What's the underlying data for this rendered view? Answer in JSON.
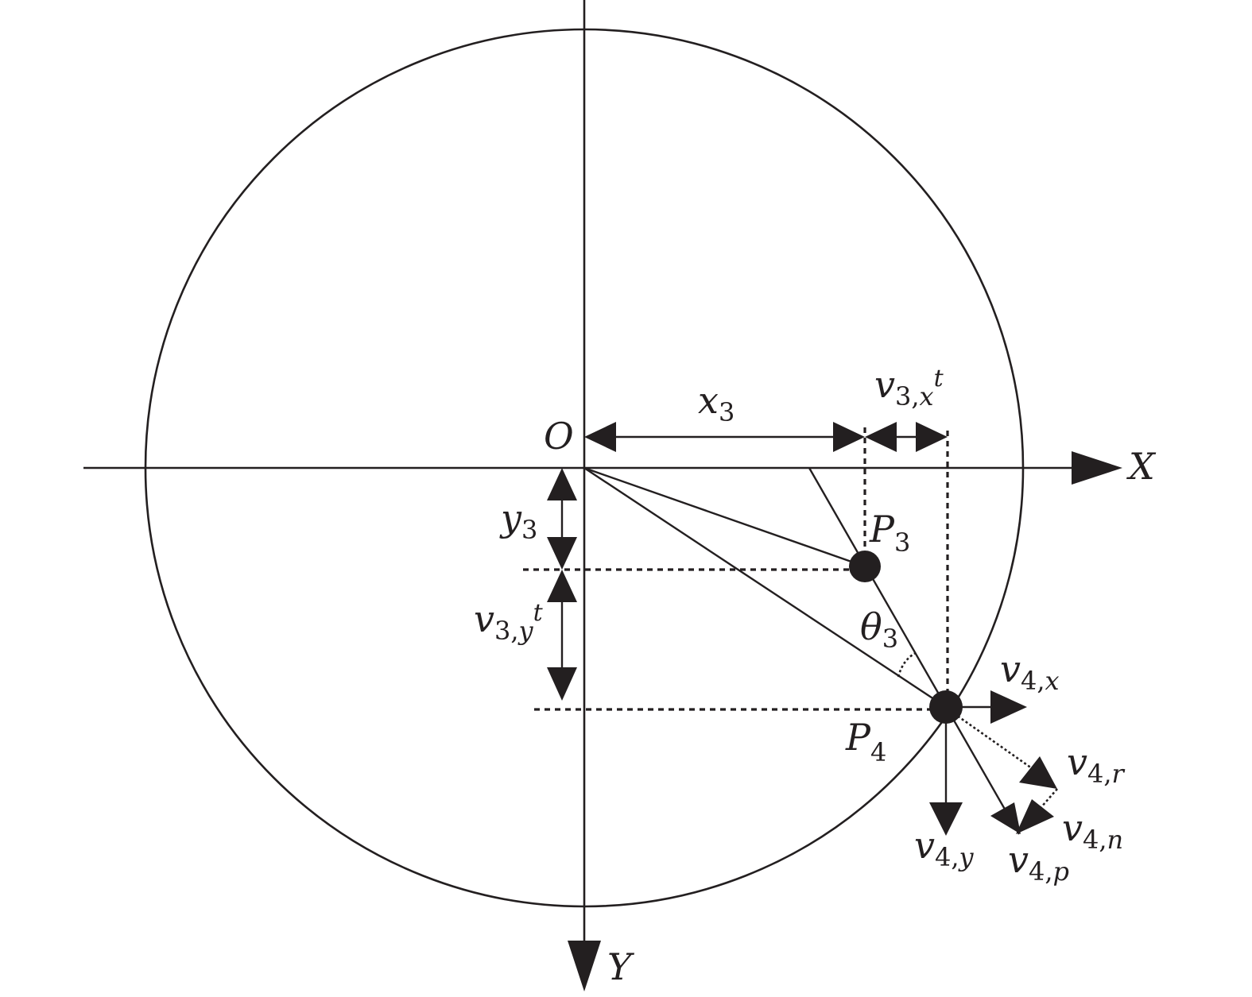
{
  "labels": {
    "origin": "O",
    "x_axis": "X",
    "y_axis": "Y",
    "x3": {
      "base": "x",
      "sub": "3"
    },
    "y3": {
      "base": "y",
      "sub": "3"
    },
    "v3xt": {
      "base": "v",
      "sub": "3,",
      "subvar": "x",
      "tail": "t"
    },
    "v3yt": {
      "base": "v",
      "sub": "3,",
      "subvar": "y",
      "tail": "t"
    },
    "p3": {
      "base": "P",
      "sub": "3"
    },
    "p4": {
      "base": "P",
      "sub": "4"
    },
    "theta3": {
      "base": "θ",
      "sub": "3"
    },
    "v4x": {
      "base": "v",
      "sub": "4,",
      "subvar": "x"
    },
    "v4y": {
      "base": "v",
      "sub": "4,",
      "subvar": "y"
    },
    "v4r": {
      "base": "v",
      "sub": "4,",
      "subvar": "r"
    },
    "v4n": {
      "base": "v",
      "sub": "4,",
      "subvar": "n"
    },
    "v4p": {
      "base": "v",
      "sub": "4,",
      "subvar": "p"
    }
  }
}
